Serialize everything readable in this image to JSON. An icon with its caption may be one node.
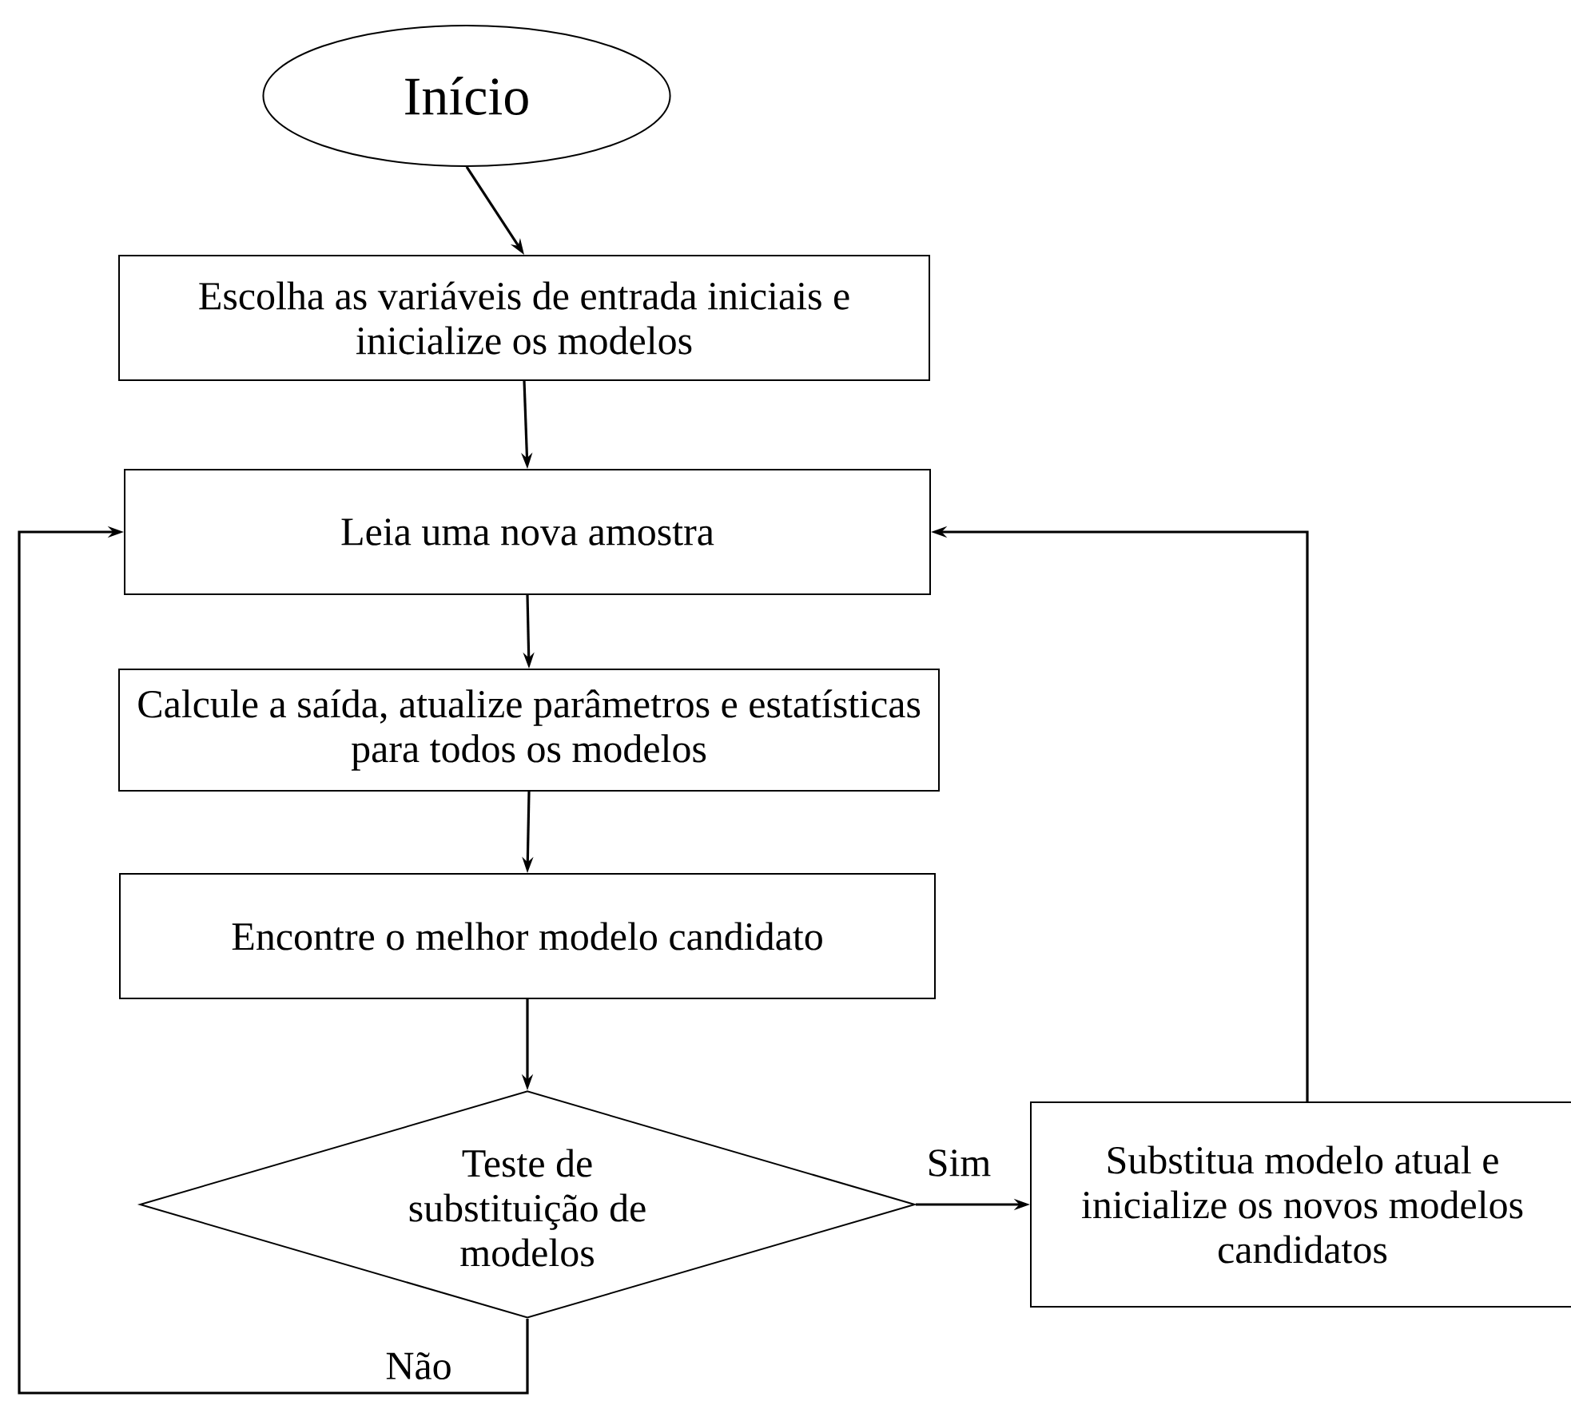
{
  "diagram": {
    "nodes": [
      {
        "text": [
          "Início"
        ]
      },
      {
        "text": [
          "Escolha as variáveis de entrada iniciais e inicialize os modelos"
        ]
      },
      {
        "text": [
          "Leia uma nova amostra"
        ]
      },
      {
        "text": [
          "Calcule a saída, atualize parâmetros e estatísticas para todos os modelos"
        ]
      },
      {
        "text": [
          "Encontre o melhor modelo candidato"
        ]
      },
      {
        "text": [
          "Teste de substituição de modelos"
        ]
      },
      {
        "text": [
          "Substitua modelo atual e inicialize os novos modelos candidatos"
        ]
      }
    ],
    "edges": [
      {
        "from": 0,
        "to": 1,
        "arrow": "to"
      },
      {
        "from": 1,
        "to": 2,
        "arrow": "to"
      },
      {
        "from": 2,
        "to": 3,
        "arrow": "to"
      },
      {
        "from": 3,
        "to": 4,
        "arrow": "to"
      },
      {
        "from": 4,
        "to": 5,
        "arrow": "to"
      },
      {
        "from": 5,
        "to": 6,
        "arrow": "to",
        "label": "Sim"
      },
      {
        "from": 6,
        "to": 2,
        "arrow": "to"
      },
      {
        "from": 5,
        "to": 2,
        "arrow": "to",
        "label": "Não"
      }
    ]
  }
}
